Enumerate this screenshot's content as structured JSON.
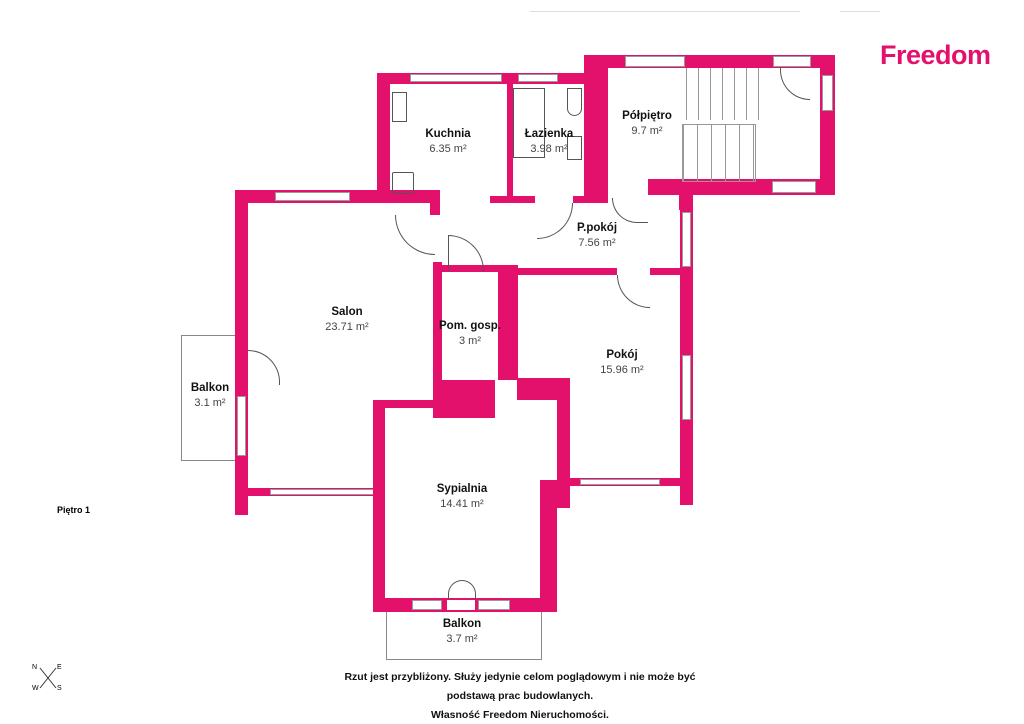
{
  "brand": {
    "logo": "Freedom",
    "color": "#e3106c"
  },
  "floor_label": "Piętro 1",
  "rooms": [
    {
      "name": "Kuchnia",
      "area": "6.35 m²"
    },
    {
      "name": "Łazienka",
      "area": "3.98 m²"
    },
    {
      "name": "Półpiętro",
      "area": "9.7 m²"
    },
    {
      "name": "P.pokój",
      "area": "7.56 m²"
    },
    {
      "name": "Salon",
      "area": "23.71 m²"
    },
    {
      "name": "Pom. gosp.",
      "area": "3 m²"
    },
    {
      "name": "Pokój",
      "area": "15.96 m²"
    },
    {
      "name": "Balkon",
      "area": "3.1 m²"
    },
    {
      "name": "Sypialnia",
      "area": "14.41 m²"
    },
    {
      "name": "Balkon",
      "area": "3.7 m²"
    }
  ],
  "compass": {
    "n": "N",
    "e": "E",
    "w": "W",
    "s": "S"
  },
  "footer": {
    "line1": "Rzut jest przybliżony. Służy jedynie celom poglądowym i nie może być",
    "line2": "podstawą prac budowlanych.",
    "line3": "Własność Freedom Nieruchomości."
  }
}
